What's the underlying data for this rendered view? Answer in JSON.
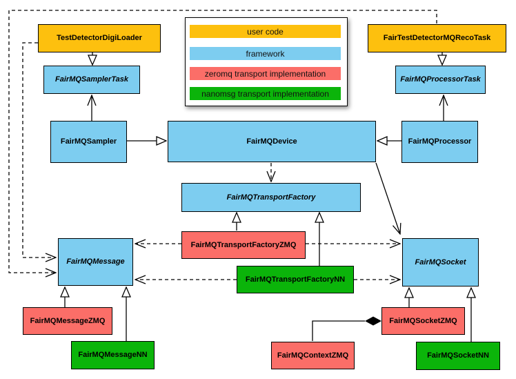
{
  "colors": {
    "user_code": "#FDC00E",
    "framework": "#7DCDF0",
    "zeromq_transport": "#FB6E68",
    "nanomsg_transport": "#0BB40A",
    "line": "#000000",
    "background": "#FFFFFF"
  },
  "legend": {
    "items": [
      {
        "label": "user code",
        "color": "#FDC00E"
      },
      {
        "label": "framework",
        "color": "#7DCDF0"
      },
      {
        "label": "zeromq transport implementation",
        "color": "#FB6E68"
      },
      {
        "label": "nanomsg transport implementation",
        "color": "#0BB40A"
      }
    ]
  },
  "nodes": {
    "test_detector_digi_loader": {
      "label": "TestDetectorDigiLoader",
      "category": "user code",
      "abstract": false
    },
    "fair_test_detector_reco_task": {
      "label": "FairTestDetectorMQRecoTask",
      "category": "user code",
      "abstract": false
    },
    "sampler_task": {
      "label": "FairMQSamplerTask",
      "category": "framework",
      "abstract": true
    },
    "processor_task": {
      "label": "FairMQProcessorTask",
      "category": "framework",
      "abstract": true
    },
    "sampler": {
      "label": "FairMQSampler",
      "category": "framework",
      "abstract": false
    },
    "device": {
      "label": "FairMQDevice",
      "category": "framework",
      "abstract": false
    },
    "processor": {
      "label": "FairMQProcessor",
      "category": "framework",
      "abstract": false
    },
    "transport_factory": {
      "label": "FairMQTransportFactory",
      "category": "framework",
      "abstract": true
    },
    "transport_factory_zmq": {
      "label": "FairMQTransportFactoryZMQ",
      "category": "zeromq",
      "abstract": false
    },
    "transport_factory_nn": {
      "label": "FairMQTransportFactoryNN",
      "category": "nanomsg",
      "abstract": false
    },
    "message": {
      "label": "FairMQMessage",
      "category": "framework",
      "abstract": true
    },
    "socket": {
      "label": "FairMQSocket",
      "category": "framework",
      "abstract": true
    },
    "message_zmq": {
      "label": "FairMQMessageZMQ",
      "category": "zeromq",
      "abstract": false
    },
    "message_nn": {
      "label": "FairMQMessageNN",
      "category": "nanomsg",
      "abstract": false
    },
    "context_zmq": {
      "label": "FairMQContextZMQ",
      "category": "zeromq",
      "abstract": false
    },
    "socket_zmq": {
      "label": "FairMQSocketZMQ",
      "category": "zeromq",
      "abstract": false
    },
    "socket_nn": {
      "label": "FairMQSocketNN",
      "category": "nanomsg",
      "abstract": false
    }
  },
  "edges": [
    {
      "from": "TestDetectorDigiLoader",
      "to": "FairMQSamplerTask",
      "type": "inheritance"
    },
    {
      "from": "FairTestDetectorMQRecoTask",
      "to": "FairMQProcessorTask",
      "type": "inheritance"
    },
    {
      "from": "FairMQSampler",
      "to": "FairMQDevice",
      "type": "inheritance"
    },
    {
      "from": "FairMQProcessor",
      "to": "FairMQDevice",
      "type": "inheritance"
    },
    {
      "from": "FairMQTransportFactoryZMQ",
      "to": "FairMQTransportFactory",
      "type": "inheritance"
    },
    {
      "from": "FairMQTransportFactoryNN",
      "to": "FairMQTransportFactory",
      "type": "inheritance"
    },
    {
      "from": "FairMQMessageZMQ",
      "to": "FairMQMessage",
      "type": "inheritance"
    },
    {
      "from": "FairMQMessageNN",
      "to": "FairMQMessage",
      "type": "inheritance"
    },
    {
      "from": "FairMQSocketZMQ",
      "to": "FairMQSocket",
      "type": "inheritance"
    },
    {
      "from": "FairMQSocketNN",
      "to": "FairMQSocket",
      "type": "inheritance"
    },
    {
      "from": "FairMQSampler",
      "to": "FairMQSamplerTask",
      "type": "association"
    },
    {
      "from": "FairMQProcessor",
      "to": "FairMQProcessorTask",
      "type": "association"
    },
    {
      "from": "FairMQDevice",
      "to": "FairMQTransportFactory",
      "type": "dependency"
    },
    {
      "from": "FairMQDevice",
      "to": "FairMQSocket",
      "type": "association"
    },
    {
      "from": "FairMQTransportFactoryZMQ",
      "to": "FairMQMessage",
      "type": "dependency"
    },
    {
      "from": "FairMQTransportFactoryZMQ",
      "to": "FairMQSocket",
      "type": "dependency"
    },
    {
      "from": "FairMQTransportFactoryNN",
      "to": "FairMQMessage",
      "type": "dependency"
    },
    {
      "from": "FairMQTransportFactoryNN",
      "to": "FairMQSocket",
      "type": "dependency"
    },
    {
      "from": "TestDetectorDigiLoader",
      "to": "FairMQMessage",
      "type": "dependency"
    },
    {
      "from": "FairTestDetectorMQRecoTask",
      "to": "FairMQMessage",
      "type": "dependency"
    },
    {
      "from": "FairMQContextZMQ",
      "to": "FairMQSocketZMQ",
      "type": "composition"
    }
  ]
}
